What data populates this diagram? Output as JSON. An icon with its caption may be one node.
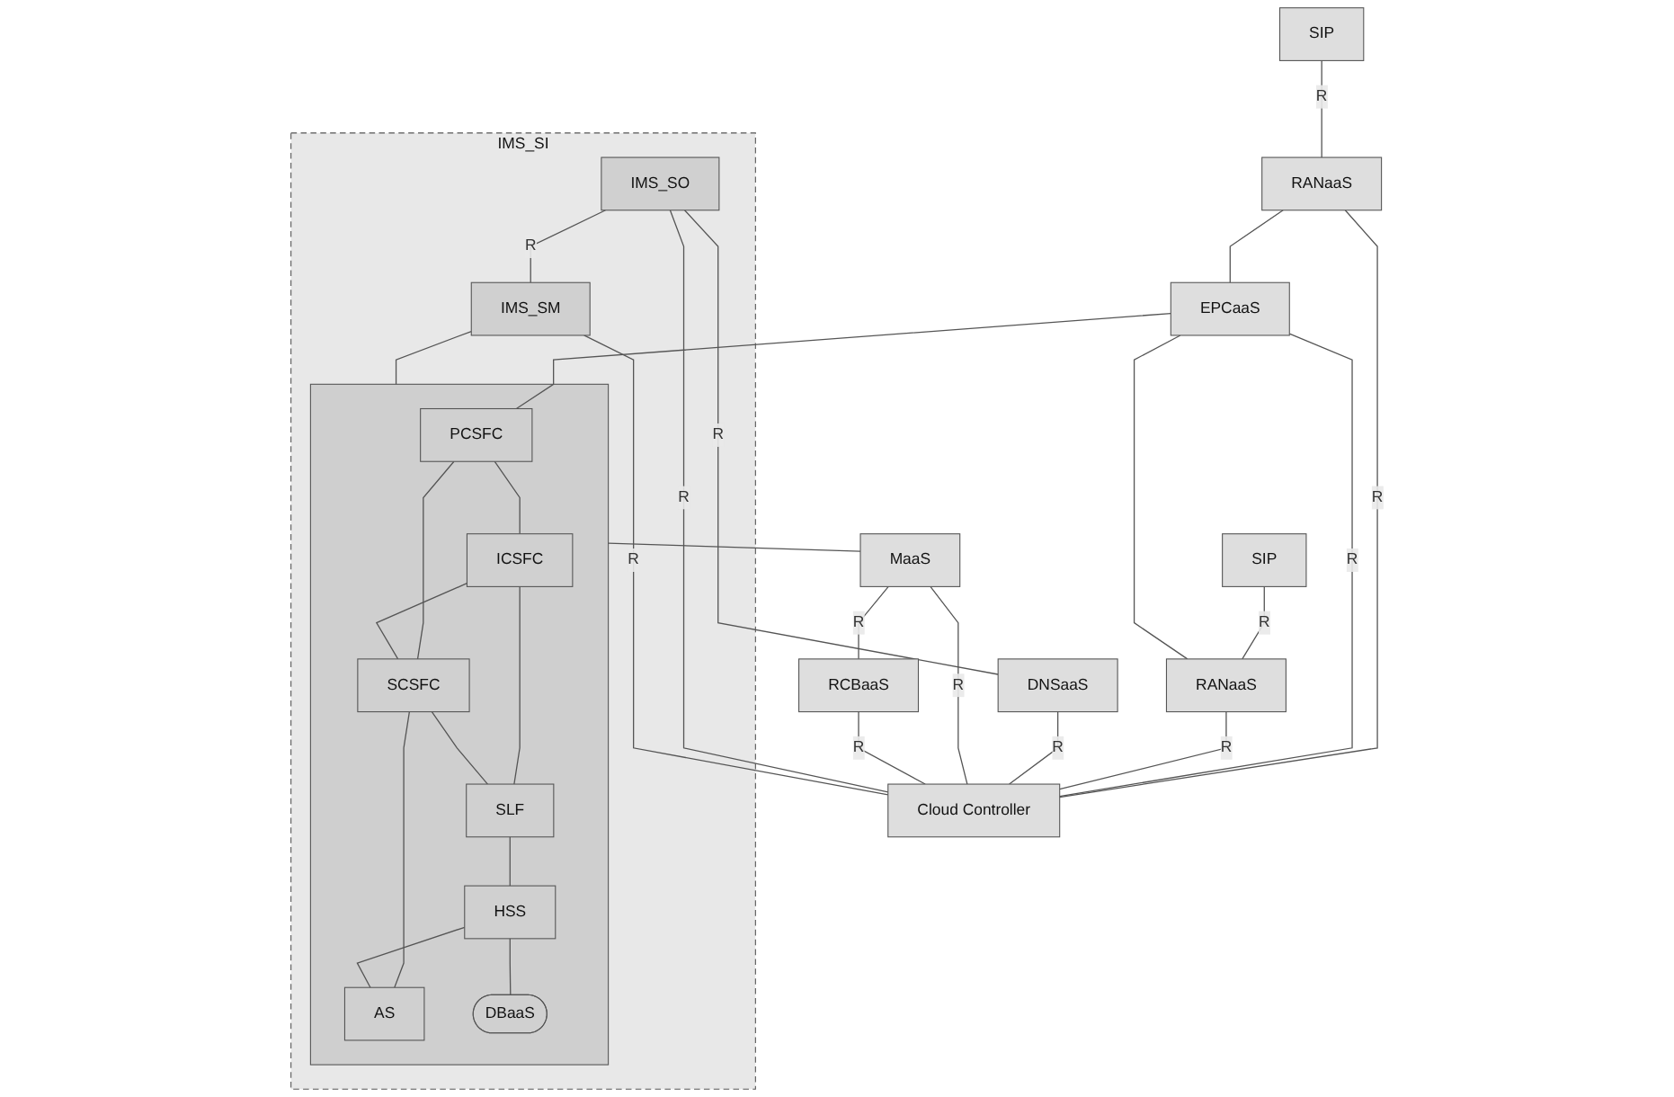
{
  "diagram": {
    "nodes": [
      {
        "text": [
          "IMS_SI"
        ]
      },
      {
        "text": [],
        "shape": "box",
        "in": 0
      },
      {
        "text": [
          "PCSFC"
        ],
        "in": 1
      },
      {
        "text": [
          "ICSFC"
        ],
        "in": 1
      },
      {
        "text": [
          "SCSFC"
        ],
        "in": 1
      },
      {
        "text": [
          "AS"
        ],
        "in": 1
      },
      {
        "text": [
          "SLF"
        ],
        "in": 1
      },
      {
        "text": [
          "HSS"
        ],
        "in": 1
      },
      {
        "text": [
          "DBaaS"
        ],
        "in": 1
      },
      {
        "text": [
          "IMS_SO"
        ],
        "in": 0
      },
      {
        "text": [
          "IMS_SM"
        ],
        "in": 0
      },
      {
        "text": [
          "SIP"
        ]
      },
      {
        "text": [
          "SIP"
        ]
      },
      {
        "text": [
          "RANaaS"
        ]
      },
      {
        "text": [
          "EPCaaS"
        ]
      },
      {
        "text": [
          "RANaaS"
        ]
      },
      {
        "text": [
          "DNSaaS"
        ]
      },
      {
        "text": [
          "MaaS"
        ]
      },
      {
        "text": [
          "RCBaaS"
        ]
      },
      {
        "text": [
          "Cloud Controller"
        ]
      }
    ],
    "edges": [
      {
        "from": 14,
        "to": 2,
        "arrow": "none"
      },
      {
        "from": 2,
        "to": 3,
        "arrow": "none"
      },
      {
        "from": 2,
        "to": 4,
        "arrow": "none"
      },
      {
        "from": 3,
        "to": 4,
        "arrow": "none"
      },
      {
        "from": 4,
        "to": 5,
        "arrow": "none"
      },
      {
        "from": 7,
        "to": 5,
        "arrow": "none"
      },
      {
        "from": 3,
        "to": 6,
        "arrow": "none"
      },
      {
        "from": 4,
        "to": 6,
        "arrow": "none"
      },
      {
        "from": 6,
        "to": 7,
        "arrow": "none"
      },
      {
        "from": 7,
        "to": 8,
        "arrow": "none"
      },
      {
        "from": 9,
        "to": 10,
        "label": "R",
        "arrow": "none"
      },
      {
        "from": 10,
        "to": 1,
        "arrow": "none"
      },
      {
        "from": 9,
        "to": 16,
        "label": "R",
        "arrow": "none"
      },
      {
        "from": 1,
        "to": 17,
        "arrow": "none"
      },
      {
        "from": 11,
        "to": 13,
        "label": "R",
        "arrow": "none"
      },
      {
        "from": 12,
        "to": 15,
        "label": "R",
        "arrow": "none"
      },
      {
        "from": 13,
        "to": 14,
        "arrow": "none"
      },
      {
        "from": 14,
        "to": 15,
        "arrow": "none"
      },
      {
        "from": 17,
        "to": 18,
        "label": "R",
        "arrow": "none"
      },
      {
        "from": 13,
        "to": 19,
        "label": "R",
        "arrow": "none"
      },
      {
        "from": 14,
        "to": 19,
        "label": "R",
        "arrow": "none"
      },
      {
        "from": 15,
        "to": 19,
        "label": "R",
        "arrow": "none"
      },
      {
        "from": 16,
        "to": 19,
        "label": "R",
        "arrow": "none"
      },
      {
        "from": 17,
        "to": 19,
        "label": "R",
        "arrow": "none"
      },
      {
        "from": 18,
        "to": 19,
        "label": "R",
        "arrow": "none"
      },
      {
        "from": 9,
        "to": 19,
        "label": "R",
        "arrow": "none"
      },
      {
        "from": 10,
        "to": 19,
        "label": "R",
        "arrow": "none"
      }
    ]
  }
}
